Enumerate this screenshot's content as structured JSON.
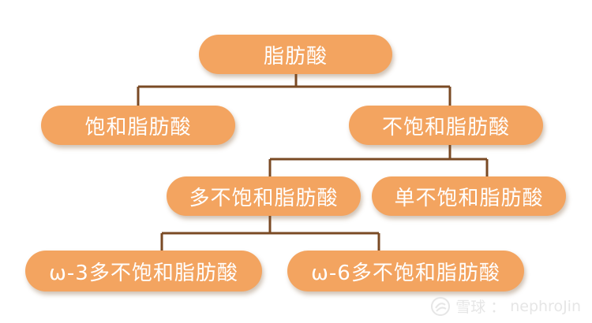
{
  "colors": {
    "node_fill": "#F3A460",
    "connector": "#7A4A24",
    "text": "#FFFFFF"
  },
  "nodes": {
    "root": "脂肪酸",
    "saturated": "饱和脂肪酸",
    "unsaturated": "不饱和脂肪酸",
    "poly": "多不饱和脂肪酸",
    "mono": "单不饱和脂肪酸",
    "omega3": "ω-3多不饱和脂肪酸",
    "omega6": "ω-6多不饱和脂肪酸"
  },
  "watermark": {
    "brand": "雪球",
    "separator": "：",
    "user": "nephroJin"
  }
}
